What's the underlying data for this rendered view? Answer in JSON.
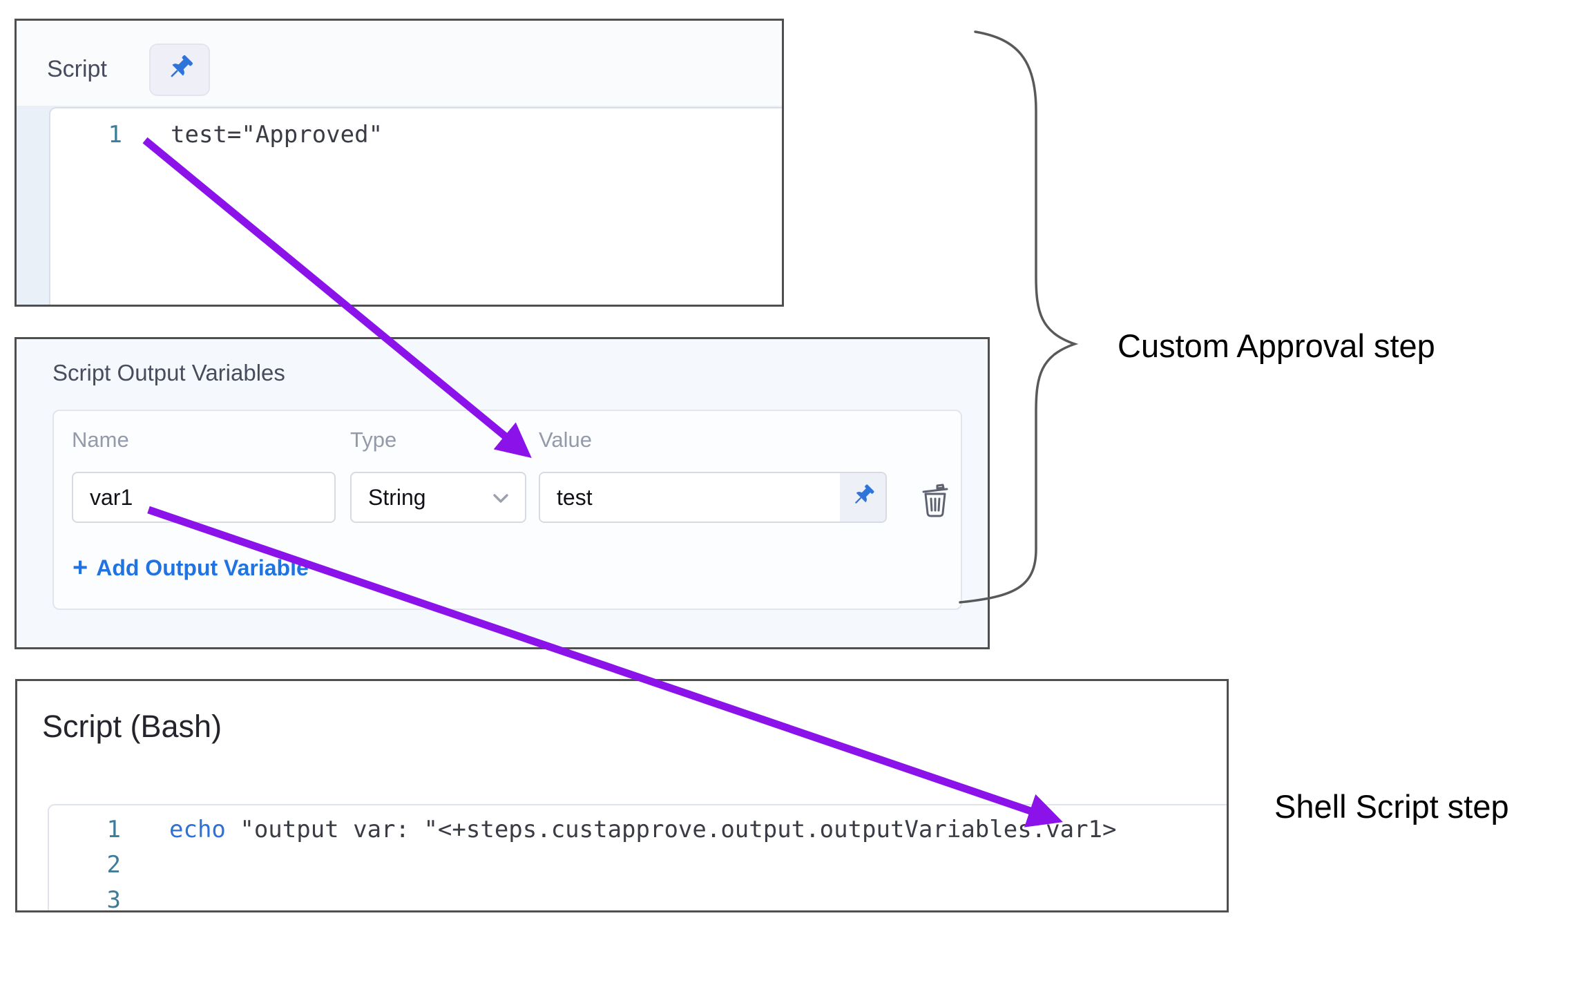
{
  "panels": {
    "script": {
      "title": "Script",
      "pin_icon": "pushpin-icon",
      "code": {
        "line1": {
          "number": "1",
          "text": "test=\"Approved\""
        }
      }
    },
    "output_variables": {
      "title": "Script Output Variables",
      "columns": {
        "name": "Name",
        "type": "Type",
        "value": "Value"
      },
      "rows": [
        {
          "name": "var1",
          "type": "String",
          "value": "test"
        }
      ],
      "add_label": "Add Output Variable",
      "add_plus": "+"
    },
    "bash": {
      "title": "Script (Bash)",
      "code": {
        "line1": {
          "number": "1",
          "keyword": "echo",
          "rest": " \"output var: \"<+steps.custapprove.output.outputVariables.var1>"
        },
        "line2": {
          "number": "2"
        },
        "line3": {
          "number": "3"
        }
      }
    }
  },
  "annotations": {
    "custom_approval": "Custom Approval step",
    "shell_script": "Shell Script step"
  },
  "colors": {
    "arrow_purple": "#8b13ea",
    "pin_blue": "#2e74d9",
    "link_blue": "#2173e2",
    "keyword_blue": "#2e71d9",
    "line_number_teal": "#3e7d99",
    "panel_border": "#4f4f50",
    "brace_gray": "#59595b"
  }
}
